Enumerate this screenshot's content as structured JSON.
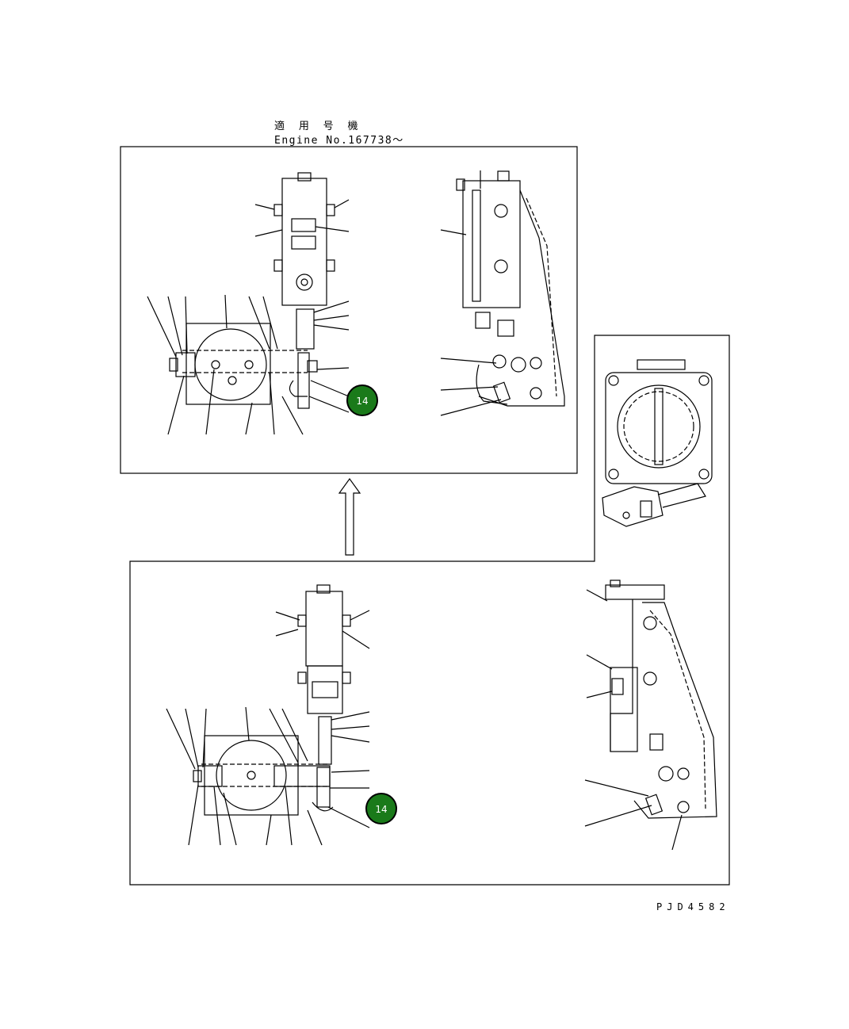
{
  "header": {
    "applicable_serial_jp": "適 用 号 機",
    "engine_no_label": "Engine No.167738～"
  },
  "callouts": {
    "upper_view_ref": "14",
    "lower_view_ref": "14"
  },
  "colors": {
    "line": "#000000",
    "callout_fill": "#1a7a1a",
    "callout_border": "#000000",
    "callout_text": "#ffffff"
  },
  "footer": {
    "doc_id": "PJD4582"
  }
}
